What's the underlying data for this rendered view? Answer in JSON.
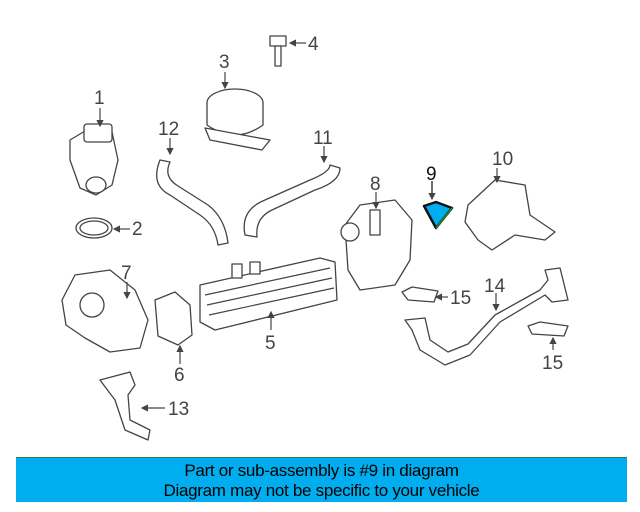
{
  "callouts": {
    "c1": "1",
    "c2": "2",
    "c3": "3",
    "c4": "4",
    "c5": "5",
    "c6": "6",
    "c7": "7",
    "c8": "8",
    "c9": "9",
    "c10": "10",
    "c11": "11",
    "c12": "12",
    "c13": "13",
    "c14": "14",
    "c15a": "15",
    "c15b": "15"
  },
  "highlight": {
    "part_number": "9",
    "color": "#00aeef"
  },
  "banner": {
    "line1": "Part or sub-assembly is #9 in diagram",
    "line2": "Diagram may not be specific to your vehicle",
    "color": "#00aeef"
  }
}
